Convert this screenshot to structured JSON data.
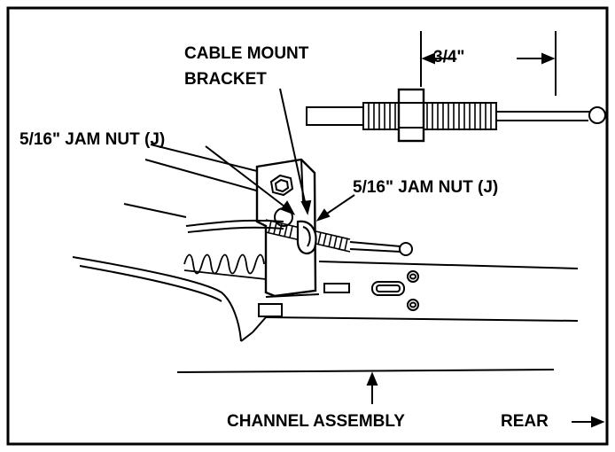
{
  "labels": {
    "cable_mount_line1": "CABLE MOUNT",
    "cable_mount_line2": "BRACKET",
    "jam_nut_left": "5/16\" JAM NUT (J)",
    "jam_nut_right": "5/16\" JAM NUT (J)",
    "dimension": "3/4\"",
    "channel_assembly": "CHANNEL ASSEMBLY",
    "rear": "REAR"
  },
  "colors": {
    "ink": "#000000",
    "paper": "#ffffff"
  }
}
